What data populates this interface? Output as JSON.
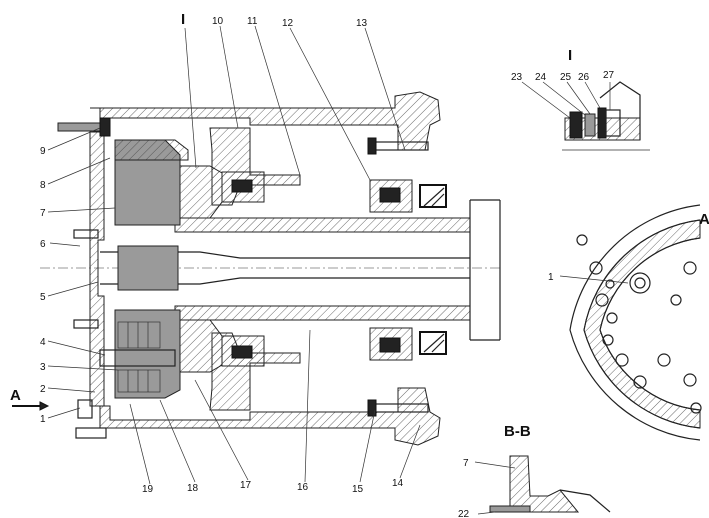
{
  "section_marks": {
    "detail_main": "I",
    "detail_inset": "I",
    "section_bb": "B-B",
    "view_a": "A",
    "view_a_partial": "A"
  },
  "callouts": {
    "c1": "1",
    "c2": "2",
    "c3": "3",
    "c4": "4",
    "c5": "5",
    "c6": "6",
    "c7": "7",
    "c8": "8",
    "c9": "9",
    "c10": "10",
    "c11": "11",
    "c12": "12",
    "c13": "13",
    "c14": "14",
    "c15": "15",
    "c16": "16",
    "c17": "17",
    "c18": "18",
    "c19": "19",
    "c23": "23",
    "c24": "24",
    "c25": "25",
    "c26": "26",
    "c27": "27",
    "c1_view": "1",
    "c7_bb": "7",
    "c22_bb": "22"
  }
}
